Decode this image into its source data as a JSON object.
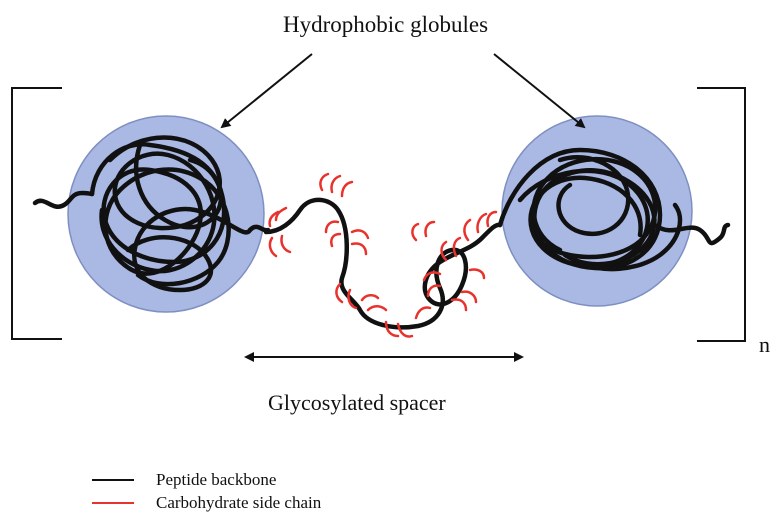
{
  "diagram": {
    "title": "Hydrophobic globules",
    "spacer_label": "Glycosylated spacer",
    "repeat_label": "n"
  },
  "legend": [
    {
      "label": "Peptide backbone",
      "color": "#111111"
    },
    {
      "label": "Carbohydrate side chain",
      "color": "#e8322d"
    }
  ],
  "colors": {
    "globule_fill": "#a9b9e4",
    "globule_stroke": "#7f8fc2",
    "backbone": "#111111",
    "side_chain": "#e8322d"
  }
}
